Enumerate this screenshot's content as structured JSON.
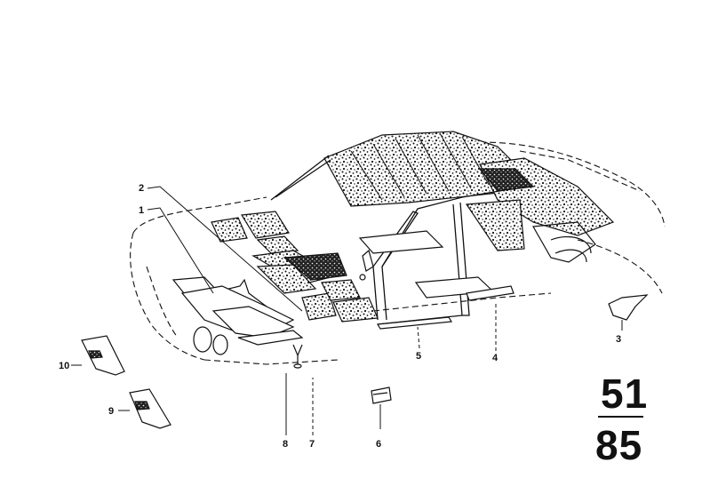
{
  "diagram": {
    "group_top": "51",
    "group_bottom": "85",
    "callouts": [
      {
        "id": "1",
        "label": "1"
      },
      {
        "id": "2",
        "label": "2"
      },
      {
        "id": "3",
        "label": "3"
      },
      {
        "id": "4",
        "label": "4"
      },
      {
        "id": "5",
        "label": "5"
      },
      {
        "id": "6",
        "label": "6"
      },
      {
        "id": "7",
        "label": "7"
      },
      {
        "id": "8",
        "label": "8"
      },
      {
        "id": "9",
        "label": "9"
      },
      {
        "id": "10",
        "label": "10"
      }
    ]
  },
  "colors": {
    "ink": "#111111",
    "background": "#ffffff"
  }
}
